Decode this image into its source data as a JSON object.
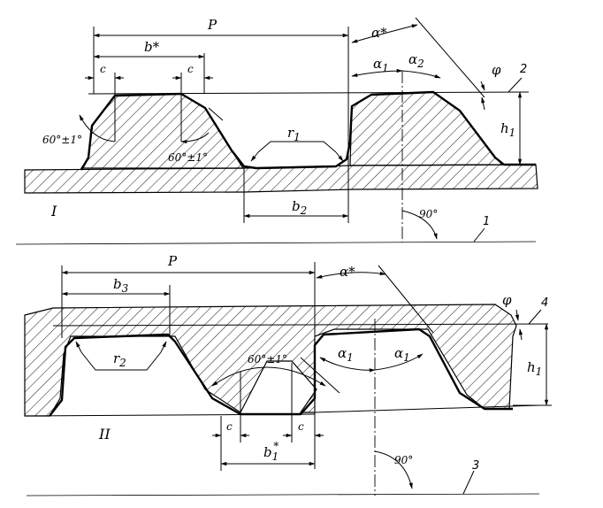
{
  "top": {
    "section": "I",
    "dims": {
      "pitch": "P",
      "b_star": "b*",
      "c_left": "c",
      "c_right": "c",
      "r1": "r",
      "r1_sub": "1",
      "b2": "b",
      "b2_sub": "2",
      "h1": "h",
      "h1_sub": "1"
    },
    "angles": {
      "alpha_star": "α*",
      "alpha1": "α",
      "alpha1_sub": "1",
      "alpha2": "α",
      "alpha2_sub": "2",
      "phi": "φ",
      "left_60": "60°±1°",
      "right_60": "60°±1°",
      "right_angle": "90°"
    },
    "refs": {
      "two": "2",
      "one": "1"
    }
  },
  "bottom": {
    "section": "II",
    "dims": {
      "pitch": "P",
      "b3": "b",
      "b3_sub": "3",
      "r2": "r",
      "r2_sub": "2",
      "c_left": "c",
      "c_right": "c",
      "b1_star": "b",
      "b1_star_sub": "1",
      "b1_star_sup": "*",
      "h1": "h",
      "h1_sub": "1"
    },
    "angles": {
      "alpha_star": "α*",
      "alpha1_left": "α",
      "alpha1_left_sub": "1",
      "alpha1_right": "α",
      "alpha1_right_sub": "1",
      "phi": "φ",
      "mid_60": "60°±1°",
      "right_angle": "90°"
    },
    "refs": {
      "four": "4",
      "three": "3"
    }
  }
}
